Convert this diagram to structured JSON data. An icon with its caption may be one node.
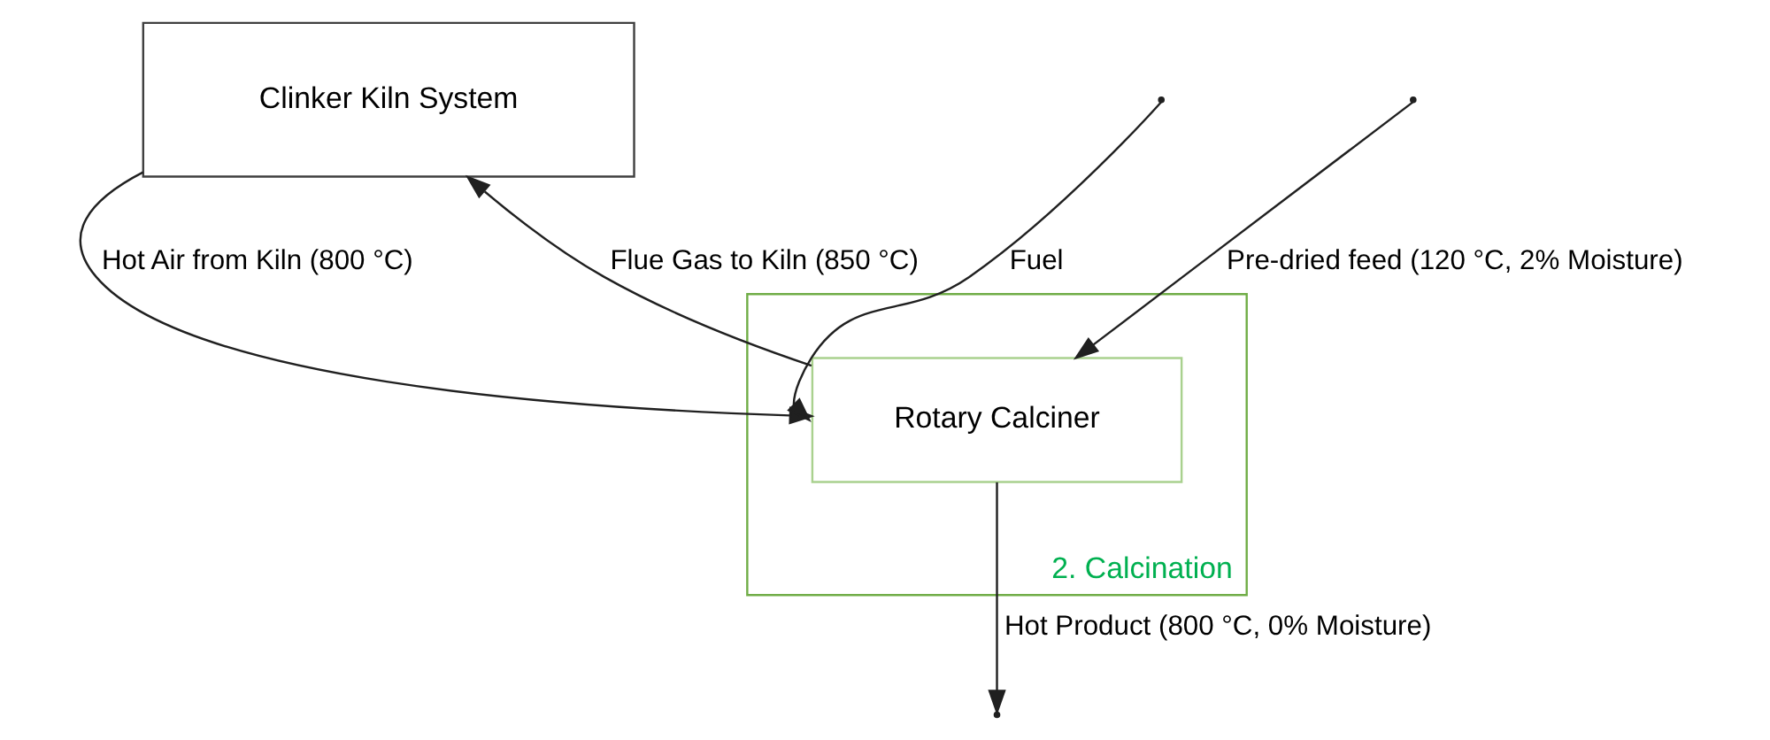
{
  "diagram": {
    "nodes": [
      {
        "text": [
          "Clinker Kiln System"
        ]
      },
      {
        "text": [
          "2. Calcination"
        ]
      },
      {
        "text": [
          "Rotary Calciner"
        ],
        "in": 1
      }
    ],
    "edges": [
      {
        "from": 0,
        "to": 2,
        "arrow": "to",
        "label": "Hot Air from Kiln (800 °C)"
      },
      {
        "from": 2,
        "to": 0,
        "arrow": "to",
        "label": "Flue Gas to Kiln (850 °C)"
      },
      {
        "from": null,
        "to": 2,
        "arrow": "to",
        "label": "Fuel"
      },
      {
        "from": null,
        "to": 2,
        "arrow": "to",
        "label": "Pre-dried feed (120 °C, 2% Moisture)"
      },
      {
        "from": 2,
        "to": null,
        "arrow": "to",
        "label": "Hot Product (800 °C, 0% Moisture)"
      }
    ]
  }
}
